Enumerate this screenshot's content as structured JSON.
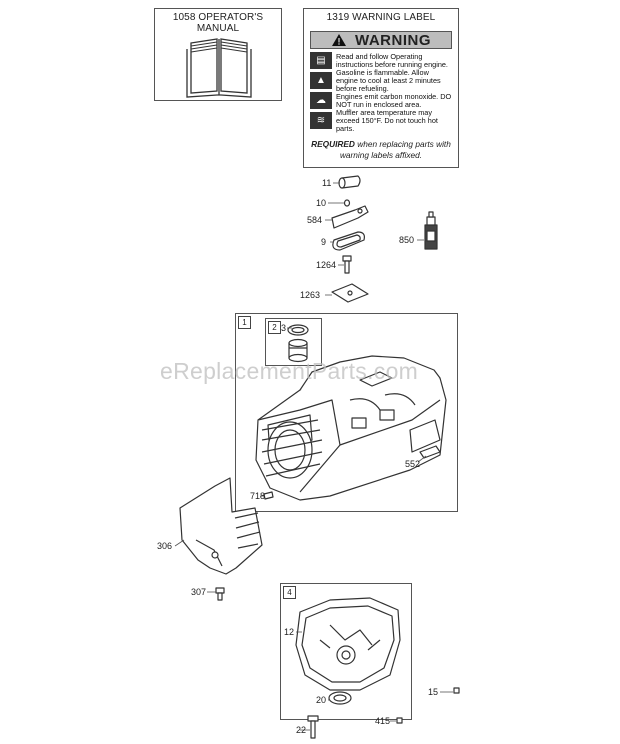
{
  "manual_box": {
    "title": "1058 OPERATOR'S MANUAL"
  },
  "warning_box": {
    "title": "1319 WARNING LABEL",
    "heading": "WARNING",
    "rows": [
      {
        "icon": "book-icon",
        "text": "Read and follow Operating instructions before running engine."
      },
      {
        "icon": "flame-icon",
        "text": "Gasoline is flammable. Allow engine to cool at least 2 minutes before refueling."
      },
      {
        "icon": "fumes-icon",
        "text": "Engines emit carbon monoxide. DO NOT run in enclosed area."
      },
      {
        "icon": "hot-surface-icon",
        "text": "Muffler area temperature may exceed 150°F. Do not touch hot parts."
      }
    ],
    "required_bold": "REQUIRED",
    "required_text": " when replacing parts with warning labels affixed."
  },
  "assembly_boxes": {
    "cylinder": "1",
    "piston": "2",
    "sump": "4"
  },
  "callouts": {
    "p11": "11",
    "p10": "10",
    "p584": "584",
    "p9": "9",
    "p850": "850",
    "p1264": "1264",
    "p1263": "1263",
    "p3": "3",
    "p552": "552",
    "p718": "718",
    "p306": "306",
    "p307": "307",
    "p12": "12",
    "p20": "20",
    "p15": "15",
    "p22": "22",
    "p415": "415"
  },
  "watermark": "eReplacementParts.com"
}
